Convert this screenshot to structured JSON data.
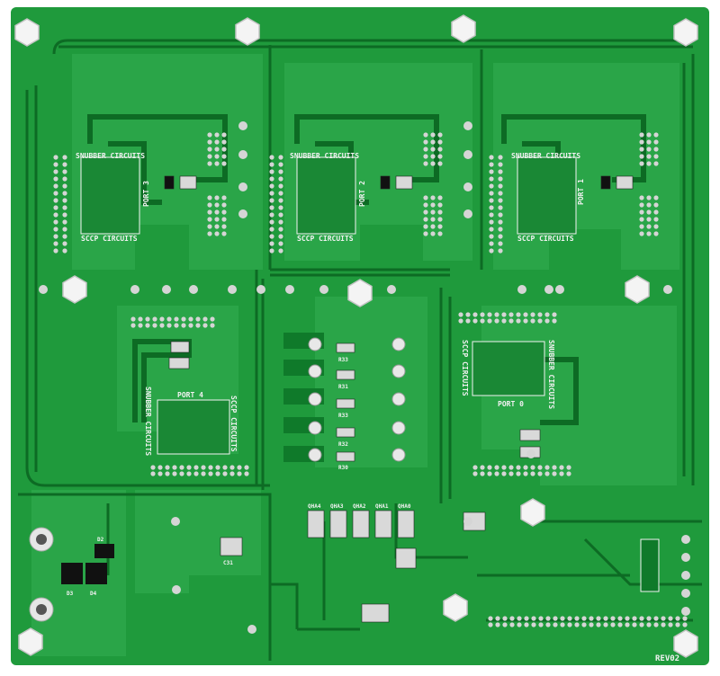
{
  "board": {
    "revision": "REV02",
    "colors": {
      "soldermask": "#1f9a3c",
      "copper_pour": "#2aa548",
      "trace": "#0d6b24",
      "silkscreen": "#f2f2f2",
      "pad": "#cfcfcf",
      "standoff": "#f4f4f4"
    }
  },
  "ports": [
    {
      "label": "PORT 3",
      "snubber": "SNUBBER CIRCUITS",
      "sccp": "SCCP CIRCUITS"
    },
    {
      "label": "PORT 2",
      "snubber": "SNUBBER CIRCUITS",
      "sccp": "SCCP CIRCUITS"
    },
    {
      "label": "PORT 1",
      "snubber": "SNUBBER CIRCUITS",
      "sccp": "SCCP CIRCUITS"
    },
    {
      "label": "PORT 4",
      "snubber": "SNUBBER CIRCUITS",
      "sccp": "SCCP CIRCUITS"
    },
    {
      "label": "PORT 0",
      "snubber": "SNUBBER CIRCUITS",
      "sccp": "SCCP CIRCUITS"
    }
  ],
  "components": {
    "c31": "C31",
    "d3": "D3",
    "d4": "D4",
    "d2": "D2",
    "qha": [
      "QHA4",
      "QHA3",
      "QHA2",
      "QHA1",
      "QHA0"
    ],
    "resistors_mid": [
      "R33",
      "R31",
      "R33",
      "R32",
      "R30"
    ]
  },
  "icons": {
    "standoff": "nylon-standoff-icon",
    "mounting_hole": "mounting-hole-icon"
  }
}
